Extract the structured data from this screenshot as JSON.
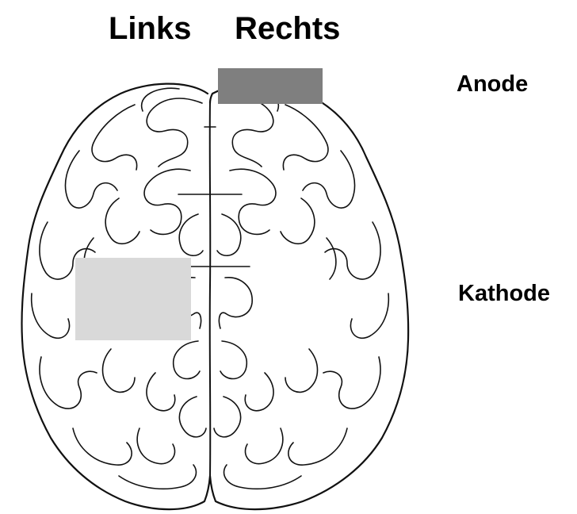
{
  "labels": {
    "left_hemisphere": "Links",
    "right_hemisphere": "Rechts",
    "anode": "Anode",
    "cathode": "Kathode"
  },
  "colors": {
    "anode": "#7f7f7f",
    "cathode": "#d9d9d9",
    "outline": "#111111",
    "background": "#ffffff"
  }
}
